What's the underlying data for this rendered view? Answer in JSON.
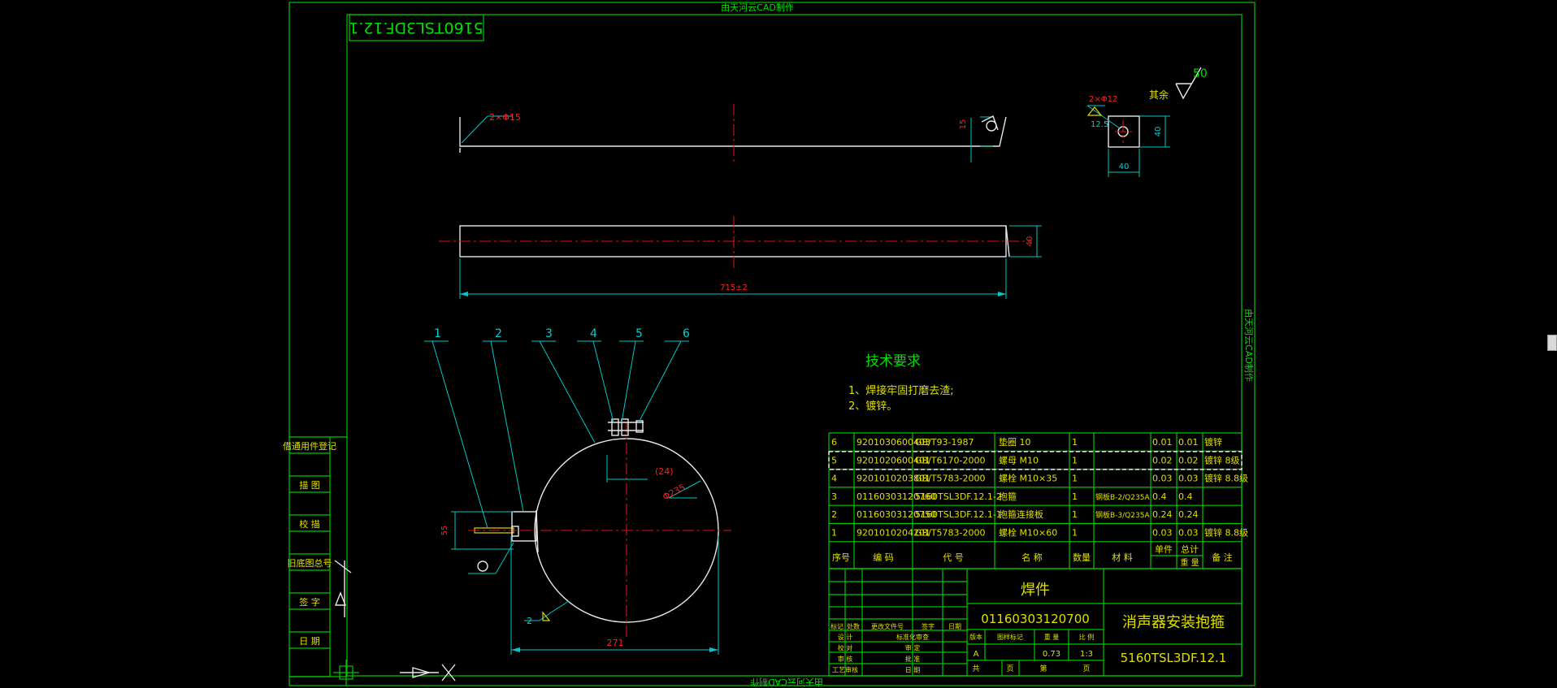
{
  "watermark": "由天河云CAD制作",
  "drawing_number_box": "5160TSL3DF.12.1",
  "top_view": {
    "hole_label": "2×Φ15",
    "height_dim": "15"
  },
  "front_view": {
    "width_dim": "40",
    "length_dim": "715±2"
  },
  "detail_view": {
    "hole_label": "2×Φ12",
    "edge_offset": "12.5",
    "height_dim": "40",
    "width_dim": "40",
    "roughness_value": "50",
    "roughness_note": "其余"
  },
  "section_view": {
    "callouts": [
      "1",
      "2",
      "3",
      "4",
      "5",
      "6"
    ],
    "gap_dim": "(24)",
    "diameter_dim": "Φ235",
    "offset_dim": "55",
    "overall_dim": "271",
    "weld_label": "2"
  },
  "tech_requirements": {
    "title": "技术要求",
    "items": [
      "1、焊接牢固打磨去渣;",
      "2、镀锌。"
    ]
  },
  "left_panel": {
    "labels": [
      "借通用件登记",
      "描  图",
      "校  描",
      "旧底图总号",
      "签  字",
      "日  期"
    ]
  },
  "parts_list": {
    "header": [
      "序号",
      "编  码",
      "代  号",
      "名  称",
      "数量",
      "材  料",
      "单件",
      "总计",
      "备  注"
    ],
    "weight_header": "重  量",
    "rows": [
      [
        "6",
        "9201030600403",
        "GB/T93-1987",
        "垫圈 10",
        "1",
        "",
        "0.01",
        "0.01",
        "镀锌"
      ],
      [
        "5",
        "9201020600401",
        "GB/T6170-2000",
        "螺母 M10",
        "1",
        "",
        "0.02",
        "0.02",
        "镀锌 8级"
      ],
      [
        "4",
        "9201010203801",
        "GB/T5783-2000",
        "螺栓 M10×35",
        "1",
        "",
        "0.03",
        "0.03",
        "镀锌 8.8级"
      ],
      [
        "3",
        "01160303120760",
        "5160TSL3DF.12.1-2",
        "抱箍",
        "1",
        "钢板B-2/Q235A",
        "0.4",
        "0.4",
        ""
      ],
      [
        "2",
        "01160303120750",
        "5160TSL3DF.12.1-1",
        "抱箍连接板",
        "1",
        "钢板B-3/Q235A",
        "0.24",
        "0.24",
        ""
      ],
      [
        "1",
        "9201010204201",
        "GB/T5783-2000",
        "螺栓 M10×60",
        "1",
        "",
        "0.03",
        "0.03",
        "镀锌 8.8级"
      ]
    ]
  },
  "title_block": {
    "part_type": "焊件",
    "code": "01160303120700",
    "name": "消声器安装抱箍",
    "drawing_number": "5160TSL3DF.12.1",
    "stage_mark": "A",
    "weight": "0.73",
    "scale": "1:3",
    "revision_labels": [
      "标记",
      "处数",
      "更改文件号",
      "签字",
      "日期"
    ],
    "role_labels": [
      "设 计",
      "校 对",
      "审 核",
      "工艺审核"
    ],
    "role_labels_2": [
      "标准化审查",
      "审 定",
      "批 准",
      "日 期"
    ],
    "stage_headers": [
      "图样标记",
      "重 量",
      "比 例"
    ],
    "sheet_labels": [
      "共",
      "页",
      "第",
      "页"
    ],
    "cell_labels": [
      "版本"
    ]
  }
}
